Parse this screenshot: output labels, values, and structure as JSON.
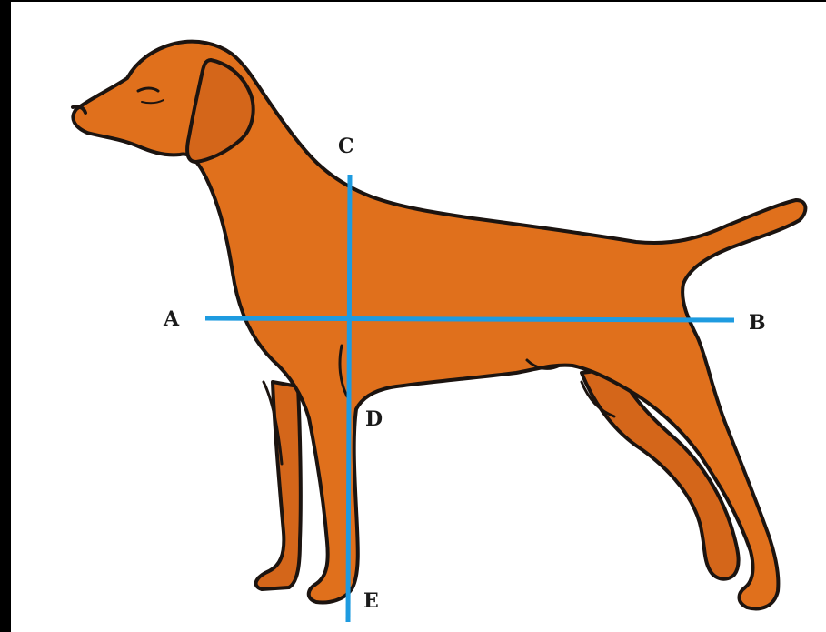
{
  "colors": {
    "coat": "#e0701c",
    "coat_shadow": "#c95f14",
    "outline": "#1c1410",
    "measure_line": "#1e9be0",
    "label": "#1a1a1a",
    "background": "#ffffff"
  },
  "points": {
    "A": "A",
    "B": "B",
    "C": "C",
    "D": "D",
    "E": "E"
  }
}
